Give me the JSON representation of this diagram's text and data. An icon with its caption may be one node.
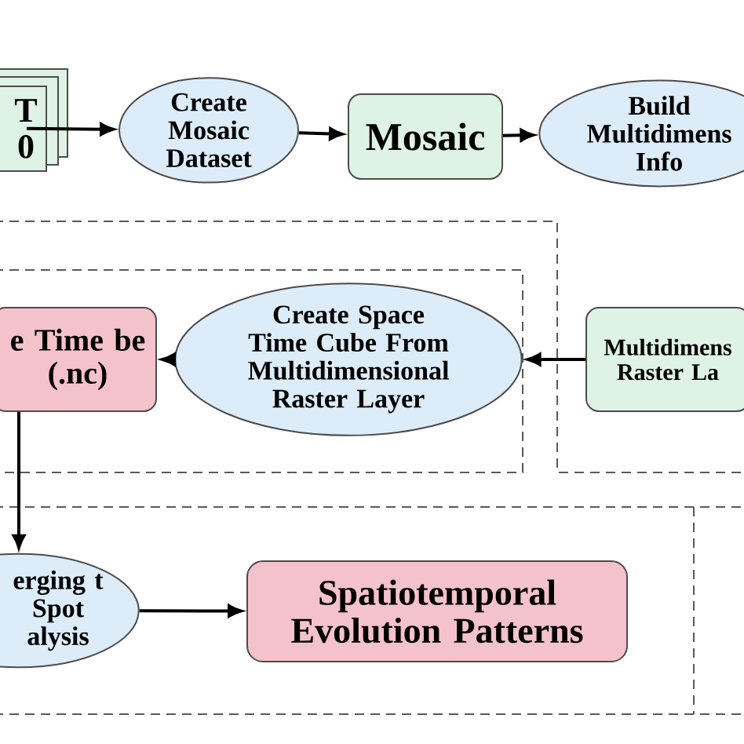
{
  "diagram": {
    "nodes": [
      {
        "text": [
          "T 0"
        ]
      },
      {
        "text": [
          "Create Mosaic Dataset"
        ]
      },
      {
        "text": [
          "Mosaic"
        ]
      },
      {
        "text": [
          "Build Multidimens Info"
        ]
      },
      {
        "text": [
          "e Time be (.nc)"
        ]
      },
      {
        "text": [
          "Create Space Time Cube From Multidimensional Raster Layer"
        ]
      },
      {
        "text": [
          "Multidimens Raster La"
        ]
      },
      {
        "text": [
          "erging t Spot alysis"
        ]
      },
      {
        "text": [
          "Spatiotemporal Evolution Patterns"
        ]
      }
    ],
    "edges": [
      {
        "from": 0,
        "to": 1,
        "arrow": "to"
      },
      {
        "from": 1,
        "to": 2,
        "arrow": "to"
      },
      {
        "from": 2,
        "to": 3,
        "arrow": "to"
      },
      {
        "from": 6,
        "to": 5,
        "arrow": "to"
      },
      {
        "from": 5,
        "to": 4,
        "arrow": "to"
      },
      {
        "from": 4,
        "to": 7,
        "arrow": "to"
      },
      {
        "from": 7,
        "to": 8,
        "arrow": "to"
      }
    ]
  }
}
